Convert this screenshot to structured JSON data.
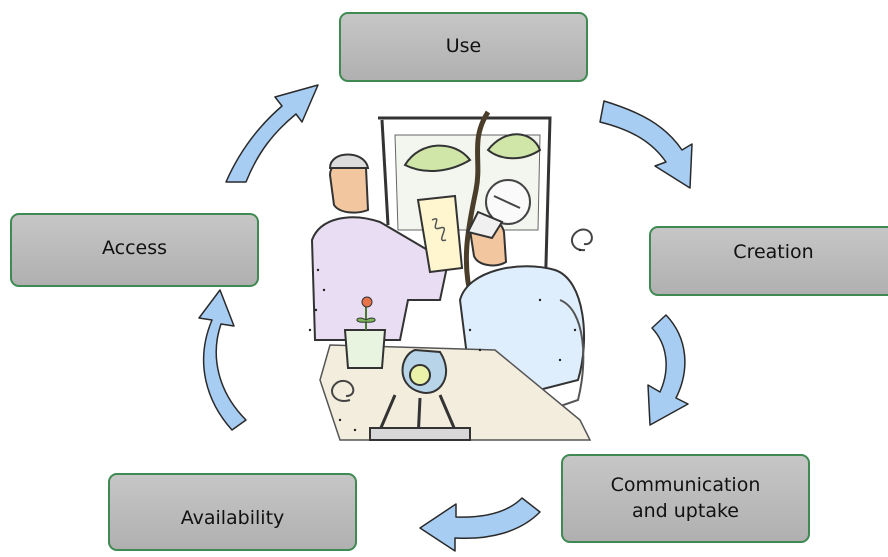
{
  "cycle": {
    "nodes": [
      {
        "id": "use",
        "label": "Use"
      },
      {
        "id": "creation",
        "label": "Creation"
      },
      {
        "id": "communication",
        "label": "Communication\nand uptake"
      },
      {
        "id": "availability",
        "label": "Availability"
      },
      {
        "id": "access",
        "label": "Access"
      }
    ],
    "arrow_count": 5,
    "arrow_color": "#a8cdf3",
    "arrow_outline": "#2a2a2a",
    "node_fill": "#bdbdbd",
    "node_border": "#3f8a52"
  },
  "illustration": {
    "subject": "two scientists in a laboratory with a microscope and a plant"
  }
}
